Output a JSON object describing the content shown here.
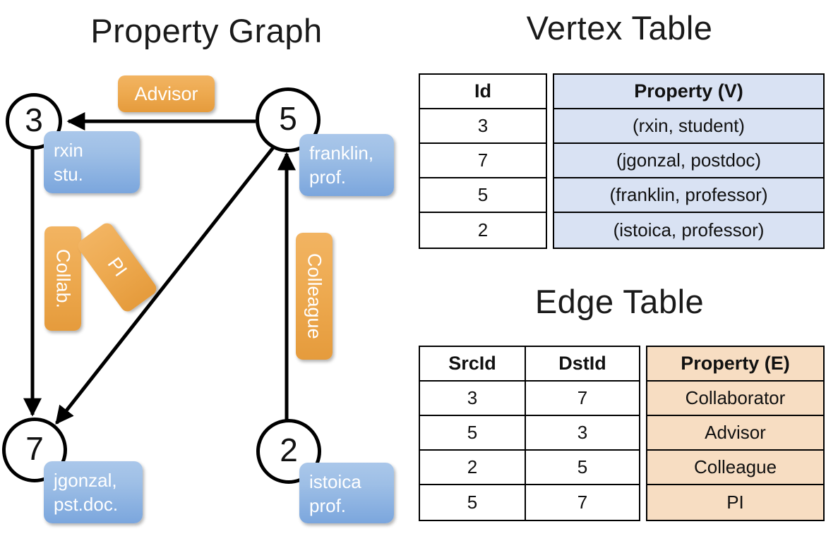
{
  "titles": {
    "property_graph": "Property Graph",
    "vertex_table": "Vertex Table",
    "edge_table": "Edge Table"
  },
  "colors": {
    "vertex_fill": "#d9e2f3",
    "edge_fill": "#f7ddc2",
    "node_box_blue": "#7ba6dd",
    "edge_label_orange": "#eda94f",
    "stroke": "#000000"
  },
  "graph": {
    "nodes": [
      {
        "id": "3",
        "name": "rxin",
        "role": "stu."
      },
      {
        "id": "5",
        "name": "franklin,",
        "role": "prof."
      },
      {
        "id": "7",
        "name": "jgonzal,",
        "role": "pst.doc."
      },
      {
        "id": "2",
        "name": "istoica",
        "role": "prof."
      }
    ],
    "edge_labels": [
      {
        "text": "Advisor"
      },
      {
        "text": "Collab."
      },
      {
        "text": "PI"
      },
      {
        "text": "Colleague"
      }
    ]
  },
  "vertex_table": {
    "headers": [
      "Id",
      "Property (V)"
    ],
    "rows": [
      {
        "id": "3",
        "property": "(rxin, student)"
      },
      {
        "id": "7",
        "property": "(jgonzal, postdoc)"
      },
      {
        "id": "5",
        "property": "(franklin, professor)"
      },
      {
        "id": "2",
        "property": "(istoica, professor)"
      }
    ]
  },
  "edge_table": {
    "headers": [
      "SrcId",
      "DstId",
      "Property (E)"
    ],
    "rows": [
      {
        "src": "3",
        "dst": "7",
        "property": "Collaborator"
      },
      {
        "src": "5",
        "dst": "3",
        "property": "Advisor"
      },
      {
        "src": "2",
        "dst": "5",
        "property": "Colleague"
      },
      {
        "src": "5",
        "dst": "7",
        "property": "PI"
      }
    ]
  }
}
